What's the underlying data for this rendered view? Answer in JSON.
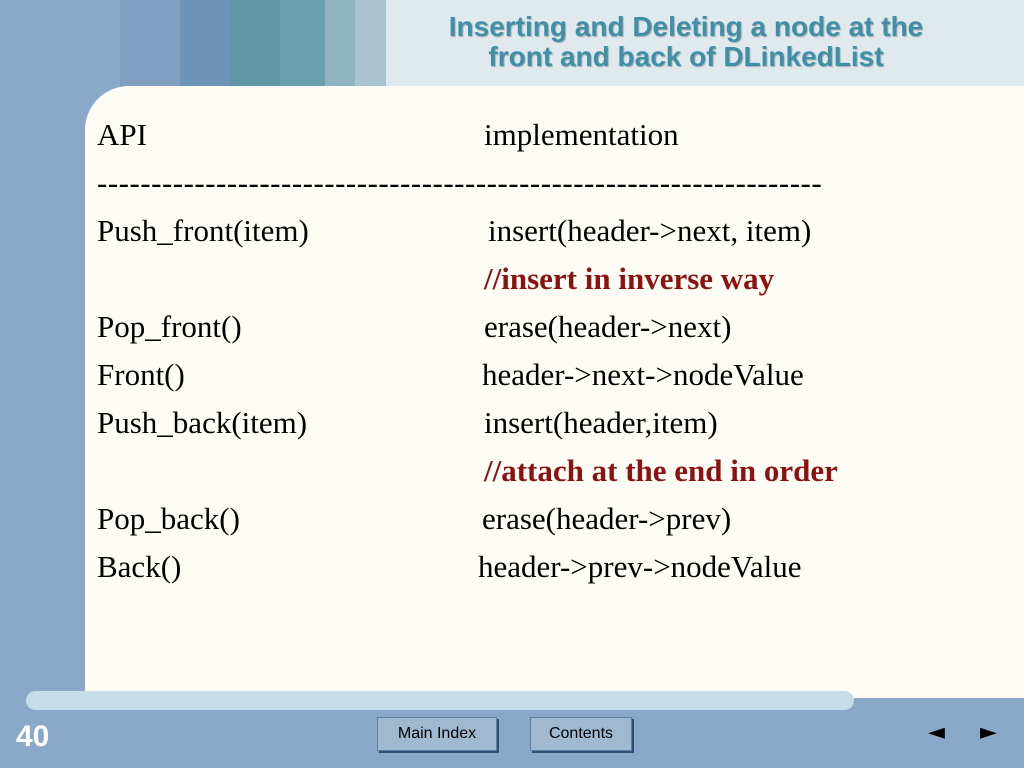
{
  "slide": {
    "title": "Inserting and Deleting a node at the\nfront and back of  DLinkedList",
    "number": "40"
  },
  "colors": {
    "title": "#3f8fa7",
    "comment": "#8b1212",
    "stripes": [
      "#8aa9c8",
      "#7fa0c0",
      "#6c93b8",
      "#5f97a6",
      "#6a9fae",
      "#8fb4c1",
      "#a9c3cf"
    ]
  },
  "table": {
    "header": {
      "api": "API",
      "impl": "implementation"
    },
    "separator": "-------------------------------------------------------------------",
    "rows": [
      {
        "api": "Push_front(item)",
        "impl": "insert(header->next, item)"
      },
      {
        "api": "",
        "impl": "//insert in inverse way"
      },
      {
        "api": "Pop_front()",
        "impl": "erase(header->next)"
      },
      {
        "api": "Front()",
        "impl": "header->next->nodeValue"
      },
      {
        "api": "Push_back(item)",
        "impl": "insert(header,item)"
      },
      {
        "api": "",
        "impl": "//attach at the end in order"
      },
      {
        "api": "Pop_back()",
        "impl": "erase(header->prev)"
      },
      {
        "api": "Back()",
        "impl": "header->prev->nodeValue"
      }
    ]
  },
  "nav": {
    "main_index": "Main Index",
    "contents": "Contents",
    "prev_icon": "◄",
    "next_icon": "►"
  }
}
